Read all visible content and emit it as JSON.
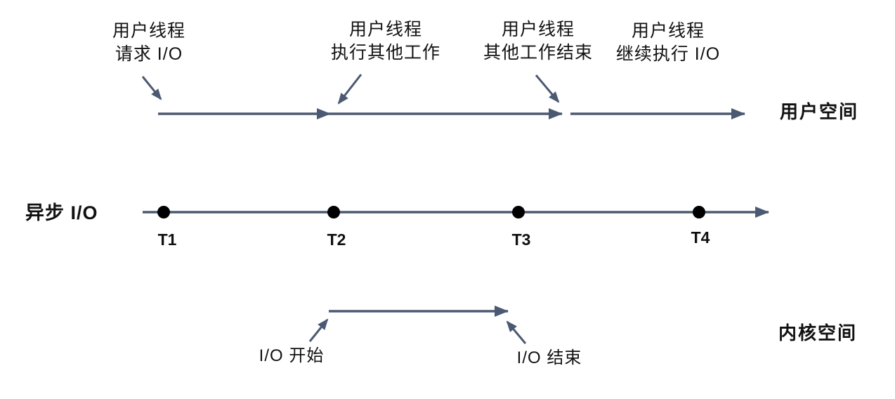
{
  "diagram": {
    "title": "异步 I/O",
    "user_annotations": [
      {
        "text": "用户线程\n请求 I/O"
      },
      {
        "text": "用户线程\n执行其他工作"
      },
      {
        "text": "用户线程\n其他工作结束"
      },
      {
        "text": "用户线程\n继续执行 I/O"
      }
    ],
    "space_labels": {
      "user": "用户空间",
      "kernel": "内核空间"
    },
    "time_points": [
      {
        "label": "T1"
      },
      {
        "label": "T2"
      },
      {
        "label": "T3"
      },
      {
        "label": "T4"
      }
    ],
    "kernel_annotations": {
      "io_start": "I/O 开始",
      "io_end": "I/O 结束"
    },
    "colors": {
      "line": "#4b5a72",
      "dot": "#000000",
      "text": "#111111",
      "background": "#ffffff"
    }
  }
}
